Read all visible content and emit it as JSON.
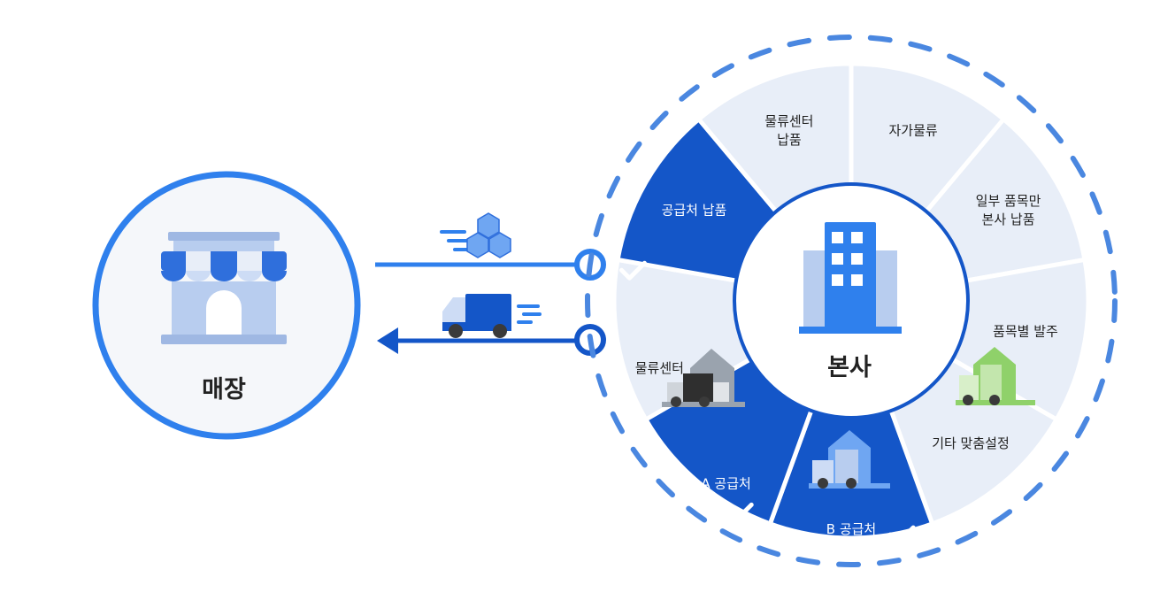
{
  "store": {
    "label": "매장"
  },
  "hq": {
    "label": "본사"
  },
  "segments": [
    {
      "id": "self-logistics",
      "lines": [
        "자가물류"
      ],
      "selected": false,
      "check": false,
      "icon": ""
    },
    {
      "id": "partial-items-hq",
      "lines": [
        "일부 품목만",
        "본사 납품"
      ],
      "selected": false,
      "check": false,
      "icon": ""
    },
    {
      "id": "order-by-item",
      "lines": [
        "품목별 발주"
      ],
      "selected": false,
      "check": false,
      "icon": ""
    },
    {
      "id": "custom-settings",
      "lines": [
        "기타 맞춤설정"
      ],
      "selected": false,
      "check": false,
      "icon": ""
    },
    {
      "id": "supplier-b",
      "lines": [
        "B 공급처"
      ],
      "selected": true,
      "check": true,
      "icon": "green-warehouse-truck-icon"
    },
    {
      "id": "supplier-a",
      "lines": [
        "A 공급처"
      ],
      "selected": true,
      "check": true,
      "icon": "blue-warehouse-truck-icon"
    },
    {
      "id": "logistics-center",
      "lines": [
        "물류센터"
      ],
      "selected": false,
      "check": false,
      "icon": "gray-warehouse-truck-icon"
    },
    {
      "id": "supplier-delivery",
      "lines": [
        "공급처 납품"
      ],
      "selected": true,
      "check": true,
      "icon": ""
    },
    {
      "id": "logistics-center-delivery",
      "lines": [
        "물류센터",
        "납품"
      ],
      "selected": false,
      "check": false,
      "icon": ""
    }
  ],
  "colors": {
    "selected": "#1456c8",
    "unselected": "#e8eef8",
    "accent": "#2f80ed",
    "dash": "#4a87e0",
    "text_dark": "#222222",
    "text_light": "#ffffff"
  },
  "icons": {
    "store": "storefront-icon",
    "hq": "office-building-icon",
    "order": "boxes-icon",
    "delivery": "delivery-truck-icon"
  }
}
